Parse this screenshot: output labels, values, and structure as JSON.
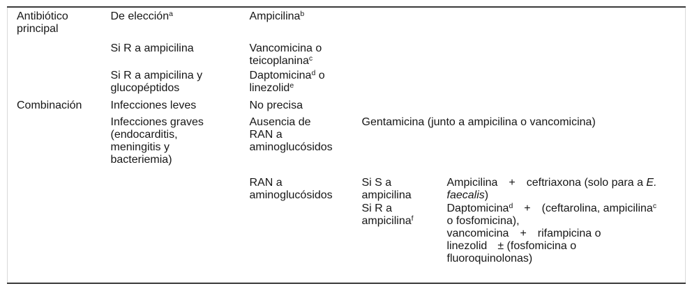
{
  "colors": {
    "rule": "#3a3a3a",
    "side_border": "#d9d9d9",
    "text": "#161616",
    "background": "#ffffff"
  },
  "table": {
    "num_columns": 5,
    "rows": [
      {
        "cells": [
          {
            "col": 0,
            "lines": [
              [
                {
                  "t": "Antibiótico"
                }
              ],
              [
                {
                  "t": "principal"
                }
              ]
            ]
          },
          {
            "col": 1,
            "lines": [
              [
                {
                  "t": "De elección"
                },
                {
                  "t": "a",
                  "sup": true
                }
              ]
            ]
          },
          {
            "col": 2,
            "lines": [
              [
                {
                  "t": "Ampicilina"
                },
                {
                  "t": "b",
                  "sup": true
                }
              ]
            ]
          }
        ]
      },
      {
        "cells": [
          {
            "col": 1,
            "lines": [
              [
                {
                  "t": "Si R a ampicilina"
                }
              ]
            ]
          },
          {
            "col": 2,
            "lines": [
              [
                {
                  "t": "Vancomicina o"
                }
              ],
              [
                {
                  "t": "teicoplanina"
                },
                {
                  "t": "c",
                  "sup": true
                }
              ]
            ]
          }
        ]
      },
      {
        "cells": [
          {
            "col": 1,
            "lines": [
              [
                {
                  "t": "Si R a ampicilina y"
                }
              ],
              [
                {
                  "t": "glucopéptidos"
                }
              ]
            ]
          },
          {
            "col": 2,
            "lines": [
              [
                {
                  "t": "Daptomicina"
                },
                {
                  "t": "d",
                  "sup": true
                },
                {
                  "t": " o"
                }
              ],
              [
                {
                  "t": "linezolid"
                },
                {
                  "t": "e",
                  "sup": true
                }
              ]
            ]
          }
        ]
      },
      {
        "cells": [
          {
            "col": 0,
            "lines": [
              [
                {
                  "t": "Combinación"
                }
              ]
            ]
          },
          {
            "col": 1,
            "lines": [
              [
                {
                  "t": "Infecciones leves"
                }
              ]
            ]
          },
          {
            "col": 2,
            "lines": [
              [
                {
                  "t": "No precisa"
                }
              ]
            ]
          }
        ]
      },
      {
        "cells": [
          {
            "col": 1,
            "lines": [
              [
                {
                  "t": "Infecciones graves"
                }
              ],
              [
                {
                  "t": "(endocarditis,"
                }
              ],
              [
                {
                  "t": "meningitis y"
                }
              ],
              [
                {
                  "t": "bacteriemia)"
                }
              ]
            ]
          },
          {
            "col": 2,
            "lines": [
              [
                {
                  "t": "Ausencia de"
                }
              ],
              [
                {
                  "t": "RAN a"
                }
              ],
              [
                {
                  "t": "aminoglucósidos"
                }
              ]
            ]
          },
          {
            "col": 3,
            "colspan": 2,
            "lines": [
              [
                {
                  "t": "Gentamicina (junto a ampicilina o vancomicina)"
                }
              ]
            ]
          }
        ]
      },
      {
        "cells": [
          {
            "col": 2,
            "lines": [
              [
                {
                  "t": "RAN a"
                }
              ],
              [
                {
                  "t": "aminoglucósidos"
                }
              ]
            ]
          },
          {
            "col": 3,
            "lines": [
              [
                {
                  "t": "Si S a"
                }
              ],
              [
                {
                  "t": "ampicilina"
                }
              ]
            ]
          },
          {
            "col": 4,
            "lines": [
              [
                {
                  "t": "Ampicilina"
                },
                {
                  "t": "+",
                  "sp": "both"
                },
                {
                  "t": "ceftriaxona (solo para a "
                },
                {
                  "t": "E.",
                  "i": true
                }
              ],
              [
                {
                  "t": "faecalis",
                  "i": true
                },
                {
                  "t": ")"
                }
              ]
            ]
          }
        ]
      },
      {
        "cells": [
          {
            "col": 3,
            "lines": [
              [
                {
                  "t": "Si R a"
                }
              ],
              [
                {
                  "t": "ampicilina"
                },
                {
                  "t": "f",
                  "sup": true
                }
              ]
            ]
          },
          {
            "col": 4,
            "lines": [
              [
                {
                  "t": "Daptomicina"
                },
                {
                  "t": "d",
                  "sup": true
                },
                {
                  "t": "+",
                  "sp": "both"
                },
                {
                  "t": "(ceftarolina, ampicilina"
                },
                {
                  "t": "c",
                  "sup": true
                }
              ],
              [
                {
                  "t": "o fosfomicina),"
                }
              ],
              [
                {
                  "t": "vancomicina"
                },
                {
                  "t": "+",
                  "sp": "both"
                },
                {
                  "t": "rifampicina o"
                }
              ],
              [
                {
                  "t": "linezolid"
                },
                {
                  "t": "± (fosfomicina o",
                  "sp": "left"
                }
              ],
              [
                {
                  "t": "fluoroquinolonas)"
                }
              ]
            ]
          }
        ]
      }
    ]
  }
}
